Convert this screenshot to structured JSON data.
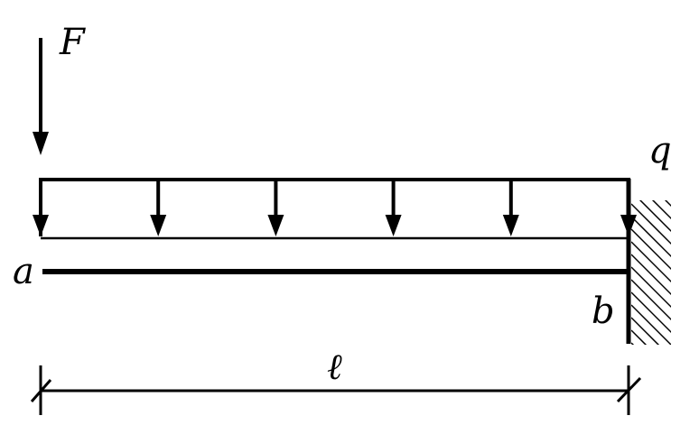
{
  "labels": {
    "force": "F",
    "distributed_load": "q",
    "free_end": "a",
    "fixed_end": "b",
    "length": "ℓ"
  },
  "distributed_load_arrow_count": 6,
  "colors": {
    "stroke": "#000000",
    "background": "#ffffff"
  }
}
